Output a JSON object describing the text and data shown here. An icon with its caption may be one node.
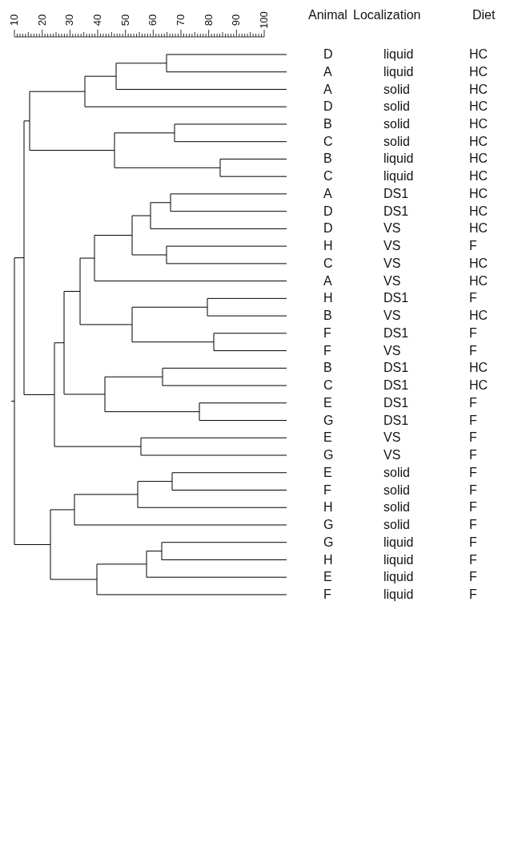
{
  "diagram": {
    "labels": [
      "10",
      "20",
      "30",
      "40",
      "50",
      "60",
      "70",
      "80",
      "90",
      "100",
      "Animal",
      "Localization",
      "Diet",
      "D",
      "liquid",
      "HC",
      "A",
      "liquid",
      "HC",
      "A",
      "solid",
      "HC",
      "D",
      "solid",
      "HC",
      "B",
      "solid",
      "HC",
      "C",
      "solid",
      "HC",
      "B",
      "liquid",
      "HC",
      "C",
      "liquid",
      "HC",
      "A",
      "DS1",
      "HC",
      "D",
      "DS1",
      "HC",
      "D",
      "VS",
      "HC",
      "H",
      "VS",
      "F",
      "C",
      "VS",
      "HC",
      "A",
      "VS",
      "HC",
      "H",
      "DS1",
      "F",
      "B",
      "VS",
      "HC",
      "F",
      "DS1",
      "F",
      "F",
      "VS",
      "F",
      "B",
      "DS1",
      "HC",
      "C",
      "DS1",
      "HC",
      "E",
      "DS1",
      "F",
      "G",
      "DS1",
      "F",
      "E",
      "VS",
      "F",
      "G",
      "VS",
      "F",
      "E",
      "solid",
      "F",
      "F",
      "solid",
      "F",
      "H",
      "solid",
      "F",
      "G",
      "solid",
      "F",
      "G",
      "liquid",
      "F",
      "H",
      "liquid",
      "F",
      "E",
      "liquid",
      "F",
      "F",
      "liquid",
      "F"
    ]
  }
}
